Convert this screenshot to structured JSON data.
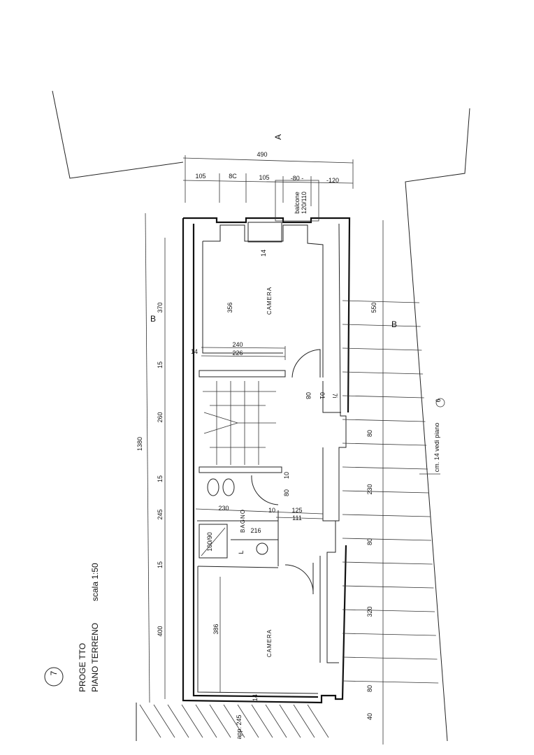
{
  "title_block": {
    "number": "7",
    "line1": "PROGE TTO",
    "line2": "PIANO TERRENO",
    "scale": "scala 1:50"
  },
  "rooms": {
    "camera_top": "CAMERA",
    "camera_bottom": "CAMERA",
    "bagno": "BAGNO",
    "balcone": "balcone",
    "balcone_size": "120/110",
    "shower": "100/90",
    "laundry": "L"
  },
  "section_marks": {
    "a": "A",
    "b_left": "B",
    "b_right": "B"
  },
  "dimensions": {
    "top_total": "490",
    "top_parts": [
      "105",
      "8C",
      "105",
      "-80 -",
      "-120"
    ],
    "left_total": "1380",
    "left_parts": [
      "370",
      "15",
      "260",
      "15",
      "245",
      "15",
      "400"
    ],
    "camera_top_depth": "356",
    "camera_top_width_outer": "240",
    "camera_top_width_inner": "226",
    "wall_14_top": "14",
    "wall_14_left": "14",
    "door_80": "08",
    "door_10": "01",
    "door_14": "7i",
    "bagno_230": "230",
    "bagno_216": "216",
    "bagno_10": "10",
    "corridor_125": "125",
    "corridor_111": "111",
    "door_bagno_80": "80",
    "door_bagno_10": "10",
    "camera_bottom_depth": "386",
    "wall_14_bottom": "14",
    "right_parts": [
      "550",
      "80",
      "230",
      "80",
      "320",
      "80",
      "40"
    ],
    "app_height": "app. 245"
  },
  "notes": {
    "stair_note": "cm. 14 vedi piano",
    "stair_note_ref": "6"
  }
}
